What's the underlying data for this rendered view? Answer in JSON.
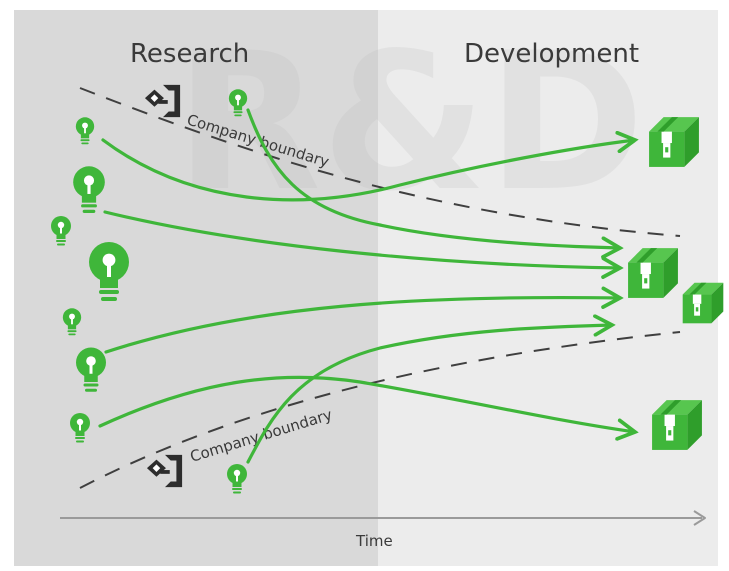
{
  "headings": {
    "research": "Research",
    "development": "Development"
  },
  "watermark": "R&D",
  "boundary": {
    "upper_label": "Company boundary",
    "lower_label": "Company boundary"
  },
  "axis": {
    "label": "Time"
  },
  "colors": {
    "research_panel": "#d9d9d9",
    "development_panel": "#ececec",
    "accent_green": "#3fb63a",
    "text": "#3a3a3a",
    "axis": "#9a9a9a"
  },
  "icons": {
    "idea": "lightbulb-icon",
    "product": "package-box-icon",
    "license": "license-handshake-icon"
  }
}
